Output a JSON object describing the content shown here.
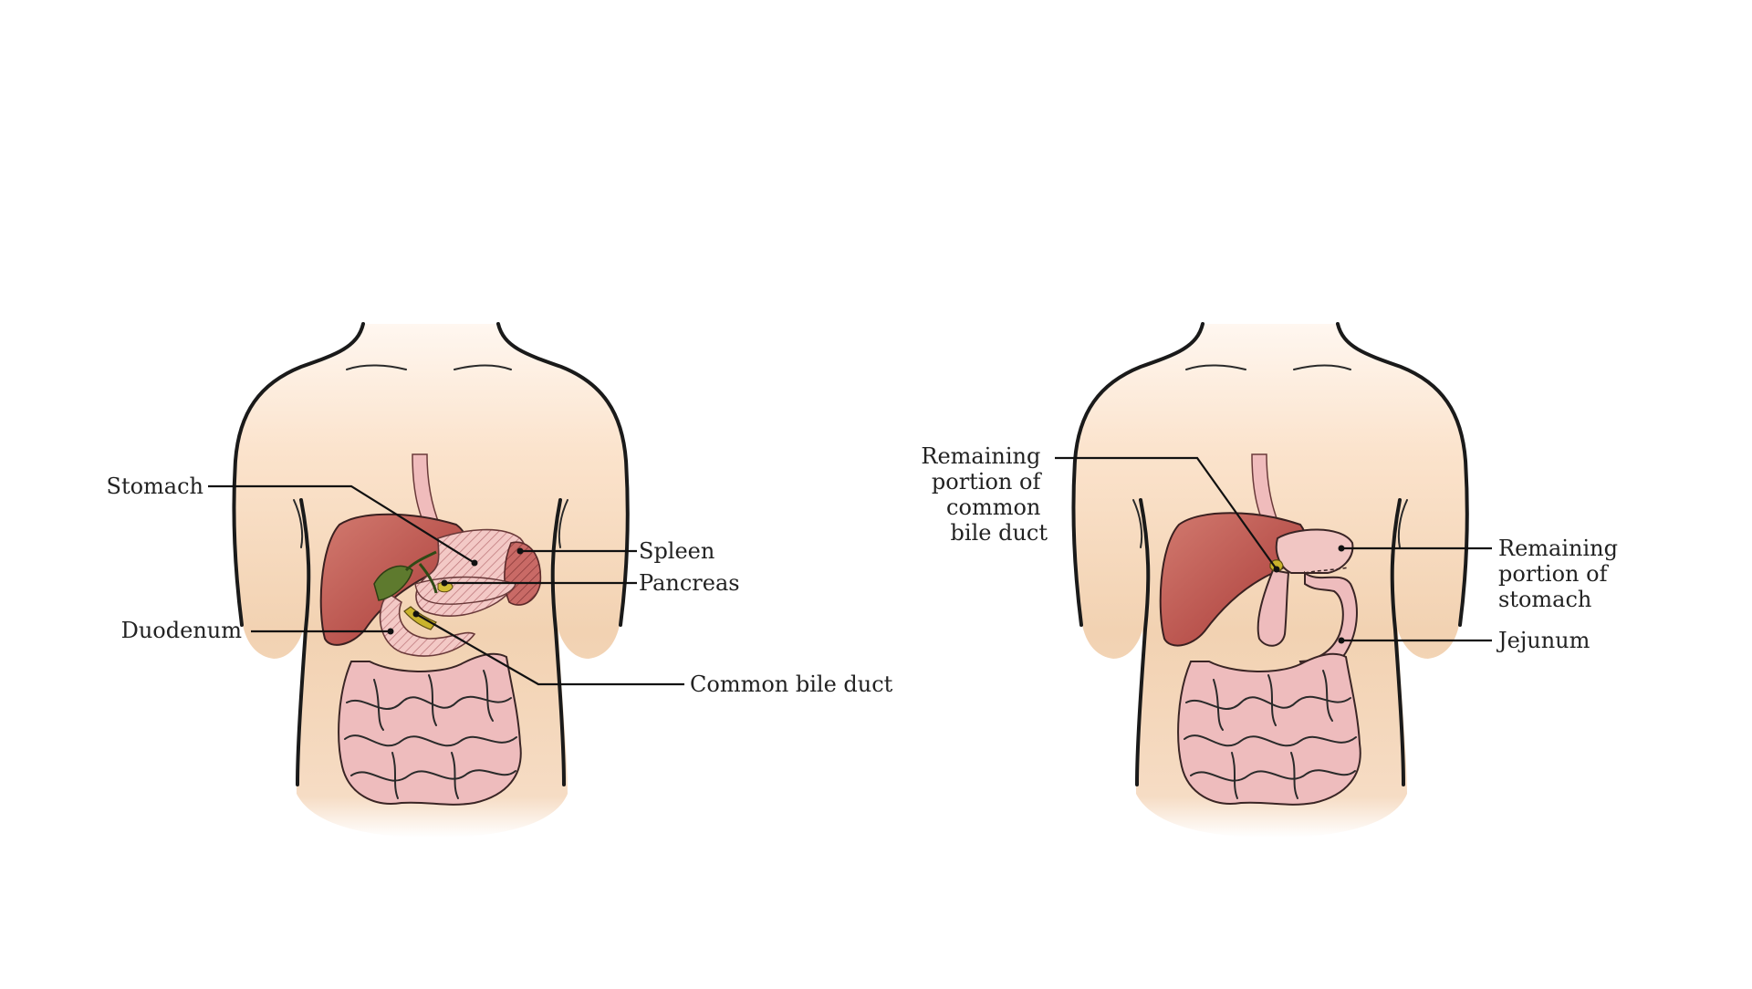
{
  "colors": {
    "skin_top": "#fbe6d3",
    "skin": "#f2d3b5",
    "liver": "#b85650",
    "liver_light": "#d07e73",
    "stomach": "#f1c6c3",
    "intestine": "#eebcbd",
    "intestine_shadow": "#d99ca0",
    "esophagus": "#f0bcbc",
    "gallbladder": "#5e7a2e",
    "bile_duct": "#c9b32c",
    "spleen": "#b85650",
    "outline": "#1a1a1a",
    "label_text": "#222222"
  },
  "before": {
    "labels": {
      "stomach": "Stomach",
      "spleen": "Spleen",
      "pancreas": "Pancreas",
      "duodenum": "Duodenum",
      "common_bile_duct": "Common bile duct"
    }
  },
  "after": {
    "labels": {
      "remaining_bile_duct": [
        "Remaining",
        "portion of",
        "common",
        "bile duct"
      ],
      "remaining_stomach": [
        "Remaining",
        "portion of",
        "stomach"
      ],
      "jejunum": "Jejunum"
    }
  }
}
